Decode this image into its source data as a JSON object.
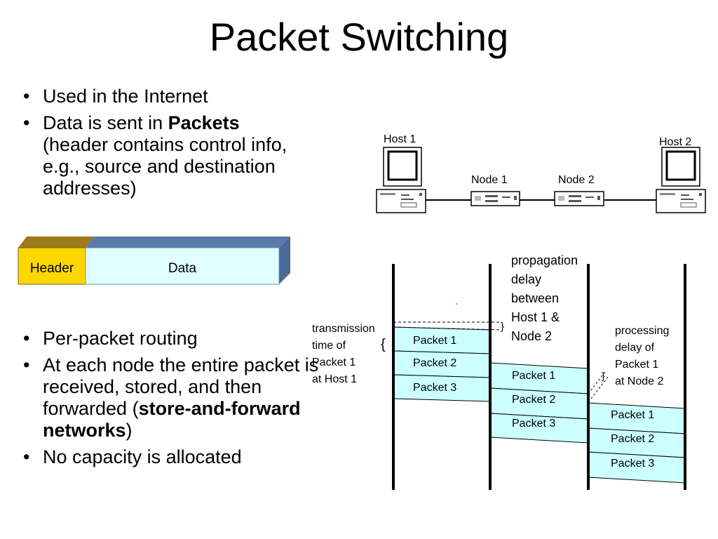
{
  "slide": {
    "title": "Packet Switching"
  },
  "bullets_top": [
    {
      "text": "Used in the Internet"
    },
    {
      "lead": "Data is sent in ",
      "bold": "Packets",
      "rest": "(header contains control info, e.g., source and destination addresses)"
    }
  ],
  "packet_box": {
    "header": "Header",
    "data": "Data"
  },
  "network": {
    "host1": "Host 1",
    "node1": "Node 1",
    "node2": "Node 2",
    "host2": "Host 2"
  },
  "bullets_bottom": [
    {
      "text": "Per-packet routing"
    },
    {
      "lead": "At each node the entire packet is received, stored, and then forwarded (",
      "bold": "store-and-forward networks",
      "tail": ")"
    },
    {
      "text": "No capacity is allocated"
    }
  ],
  "timing": {
    "transmission_label": [
      "transmission",
      "time of",
      "Packet 1",
      "at Host 1"
    ],
    "propagation_label": [
      "propagation",
      "delay",
      "between",
      "Host 1 &",
      "Node 2"
    ],
    "processing_label": [
      "processing",
      "delay of",
      "Packet 1",
      "at Node 2"
    ],
    "columns": [
      {
        "packets": [
          "Packet 1",
          "Packet 2",
          "Packet 3"
        ]
      },
      {
        "packets": [
          "Packet 1",
          "Packet 2",
          "Packet 3"
        ]
      },
      {
        "packets": [
          "Packet 1",
          "Packet 2",
          "Packet 3"
        ]
      }
    ]
  },
  "colors": {
    "header_fill": "#ffd700",
    "header_top": "#9c7a17",
    "data_fill": "#e0ffff",
    "data_top": "#5a7aa8",
    "data_side": "#4b6a96",
    "packet_fill": "#ccffff"
  }
}
